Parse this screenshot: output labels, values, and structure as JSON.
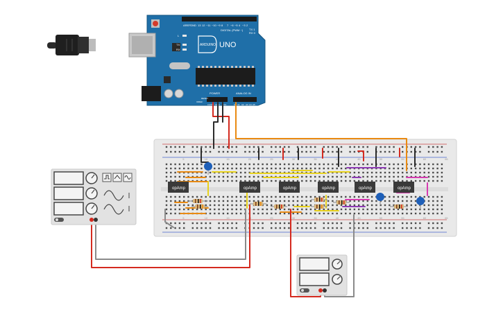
{
  "arduino": {
    "board_name": "UNO",
    "brand": "ARDUINO",
    "digital_label": "DIGITAL (PWM ~)",
    "power_label": "POWER",
    "analog_label": "ANALOG IN",
    "aref": "AREF",
    "gnd": "GND",
    "pin13": "13",
    "pin12": "12",
    "pin11": "~11",
    "pin10": "~10",
    "pin9": "~9",
    "pin8": "8",
    "pin7": "7",
    "pin6": "~6",
    "pin5": "~5",
    "pin4": "4",
    "pin3": "~3",
    "pin2": "2",
    "tx": "TX 1",
    "rx": "RX 0",
    "led_l": "L",
    "led_tx": "TX",
    "led_rx": "RX",
    "ioref": "IOREF",
    "reset": "RESET",
    "v33": "3.3V",
    "v5": "5V",
    "gnd2": "GND",
    "vin": "Vin",
    "a0": "A0",
    "a1": "A1",
    "a2": "A2",
    "a3": "A3",
    "a4": "A4",
    "a5": "A5"
  },
  "opamps": [
    {
      "label": "opAmp"
    },
    {
      "label": "opAmp"
    },
    {
      "label": "opAmp"
    },
    {
      "label": "opAmp"
    },
    {
      "label": "opAmp"
    },
    {
      "label": "opAmp"
    }
  ],
  "breadboard": {
    "col_labels": [
      "5",
      "10",
      "15",
      "20",
      "25",
      "30",
      "35",
      "40",
      "45",
      "50",
      "55",
      "60",
      "65"
    ]
  },
  "colors": {
    "arduino_blue": "#1f6fa8",
    "breadboard": "#e9e9e9",
    "wire_red": "#d42a1f",
    "wire_black": "#2b2b2b",
    "wire_orange": "#e98a12",
    "wire_yellow": "#e8d21c",
    "wire_purple": "#8e3bb5",
    "wire_magenta": "#d63bb0",
    "wire_gray": "#8a8a8a",
    "capacitor_blue": "#1e5fb8",
    "opamp_body": "#3a3a3a"
  }
}
